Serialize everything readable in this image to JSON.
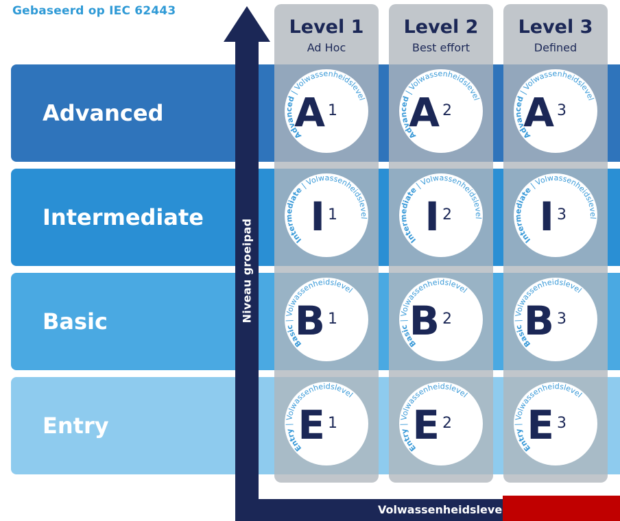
{
  "header": {
    "title": "Gebaseerd op IEC 62443"
  },
  "rows": [
    {
      "label": "Advanced",
      "color": "#2f74bb"
    },
    {
      "label": "Intermediate",
      "color": "#2a8fd4"
    },
    {
      "label": "Basic",
      "color": "#4aa9e2"
    },
    {
      "label": "Entry",
      "color": "#8ecbee"
    }
  ],
  "levels": [
    {
      "title": "Level 1",
      "subtitle": "Ad Hoc"
    },
    {
      "title": "Level 2",
      "subtitle": "Best effort"
    },
    {
      "title": "Level 3",
      "subtitle": "Defined"
    }
  ],
  "axes": {
    "y_label": "Niveau groeipad",
    "x_label": "Volwassenheidsleve"
  },
  "badge_ring_suffix": "| Volwassenheidslevel",
  "badges": [
    {
      "ring": "Advanced",
      "letter": "A",
      "sup": "1"
    },
    {
      "ring": "Advanced",
      "letter": "A",
      "sup": "2"
    },
    {
      "ring": "Advanced",
      "letter": "A",
      "sup": "3"
    },
    {
      "ring": "Intermediate",
      "letter": "I",
      "sup": "1"
    },
    {
      "ring": "Intermediate",
      "letter": "I",
      "sup": "2"
    },
    {
      "ring": "Intermediate",
      "letter": "I",
      "sup": "3"
    },
    {
      "ring": "Basic",
      "letter": "B",
      "sup": "1"
    },
    {
      "ring": "Basic",
      "letter": "B",
      "sup": "2"
    },
    {
      "ring": "Basic",
      "letter": "B",
      "sup": "3"
    },
    {
      "ring": "Entry",
      "letter": "E",
      "sup": "1"
    },
    {
      "ring": "Entry",
      "letter": "E",
      "sup": "2"
    },
    {
      "ring": "Entry",
      "letter": "E",
      "sup": "3"
    }
  ],
  "colors": {
    "navy": "#1b2756",
    "ring_text": "#3a9ad8",
    "header": "#2f9ad6",
    "redaction": "#c00000"
  }
}
